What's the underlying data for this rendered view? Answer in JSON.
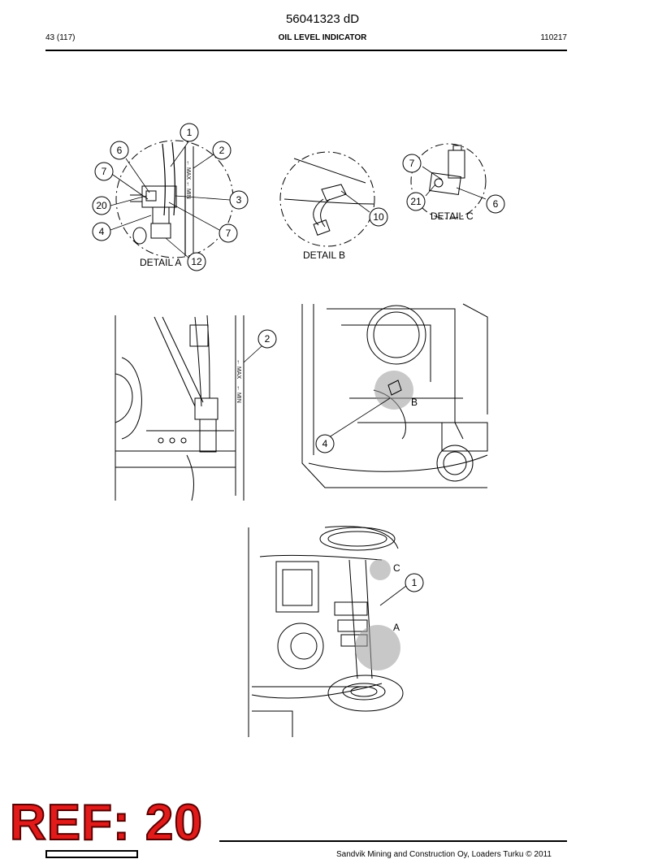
{
  "header": {
    "doc_number": "56041323 dD",
    "page": "43 (117)",
    "title": "OIL LEVEL INDICATOR",
    "date": "110217"
  },
  "figure1": {
    "detail_a": {
      "caption": "DETAIL A",
      "callouts": [
        "1",
        "2",
        "3",
        "4",
        "6",
        "7",
        "7",
        "12",
        "20"
      ],
      "marks": {
        "max": "← MAX",
        "min": "← MIN"
      }
    },
    "detail_b": {
      "caption": "DETAIL B",
      "callouts": [
        "10"
      ]
    },
    "detail_c": {
      "caption": "DETAIL C",
      "callouts": [
        "7",
        "21",
        "6"
      ]
    }
  },
  "figure2": {
    "callouts": [
      "2",
      "4"
    ],
    "view_letter": "B",
    "marks": {
      "max": "← MAX",
      "min": "← MIN"
    }
  },
  "figure3": {
    "callouts": [
      "1"
    ],
    "view_letters": [
      "C",
      "A"
    ]
  },
  "stamp": {
    "text": "REF: 20"
  },
  "footer": {
    "copyright": "Sandvik Mining and Construction Oy, Loaders Turku © 2011"
  }
}
